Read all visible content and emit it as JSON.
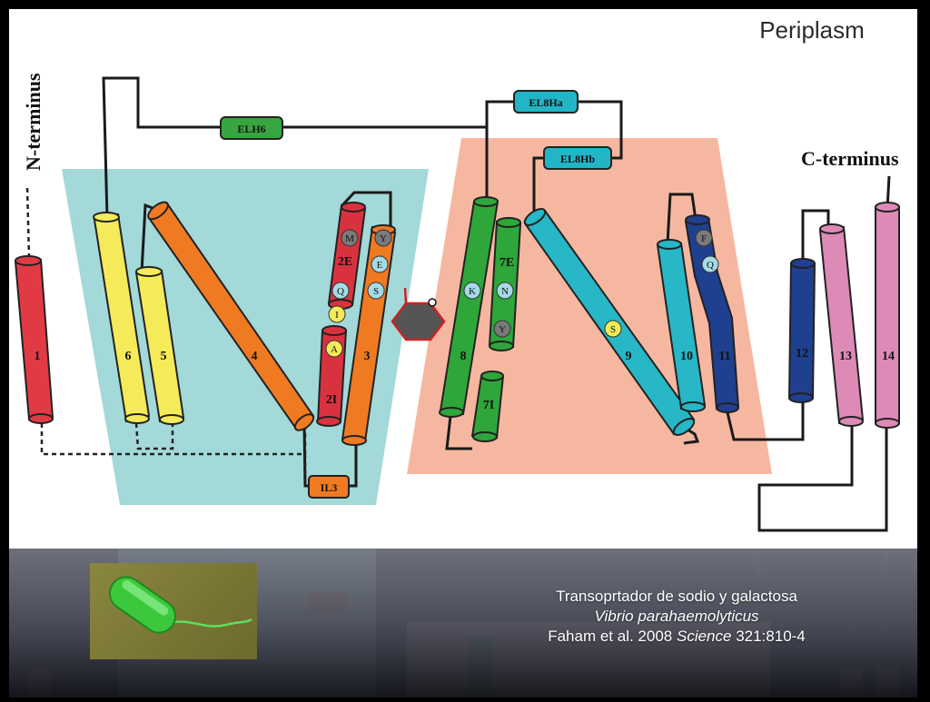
{
  "diagram": {
    "region_label": "Periplasm",
    "n_terminus_label": "N-terminus",
    "c_terminus_label": "C-terminus",
    "helices": {
      "h1": "1",
      "h2E": "2E",
      "h2I": "2I",
      "h3": "3",
      "h4": "4",
      "h5": "5",
      "h6": "6",
      "h7E": "7E",
      "h7I": "7I",
      "h8": "8",
      "h9": "9",
      "h10": "10",
      "h11": "11",
      "h12": "12",
      "h13": "13",
      "h14": "14"
    },
    "loops": {
      "elh6": "ELH6",
      "el8ha": "EL8Ha",
      "el8hb": "EL8Hb",
      "il3": "IL3"
    },
    "residues": {
      "m": "M",
      "y1": "Y",
      "q1": "Q",
      "e": "E",
      "s1": "S",
      "i": "I",
      "a": "A",
      "k": "K",
      "n": "N",
      "y2": "Y",
      "s2": "S",
      "f": "F",
      "q2": "Q"
    },
    "colors": {
      "background": "#ffffff",
      "bundle_domain": "#a3d9d8",
      "hash_domain": "#f6b7a1",
      "h1": "#e23a45",
      "h2": "#d9323f",
      "h3": "#f07a22",
      "h4": "#f07a22",
      "h5": "#f5ea5a",
      "h6": "#f5ea5a",
      "h7": "#2ea63a",
      "h8": "#2ea63a",
      "h9": "#27b7c6",
      "h10": "#27b7c6",
      "h11": "#1f3f8f",
      "h12": "#1f3f8f",
      "h13": "#de8ab7",
      "h14": "#de8ab7",
      "elh6": "#38a640",
      "el8h": "#22b5c6",
      "il3": "#f07a22",
      "galactose": "#555555",
      "galactose_outline": "#cc2222"
    }
  },
  "caption": {
    "line1": "Transoprtador de sodio y galactosa",
    "species": "Vibrio parahaemolyticus",
    "citation_pre": "Faham et al. 2008 ",
    "journal": "Science",
    "citation_post": " 321:810-4"
  },
  "photo": {
    "subject": "Vibrio parahaemolyticus bacterium (green, with flagellum)"
  }
}
